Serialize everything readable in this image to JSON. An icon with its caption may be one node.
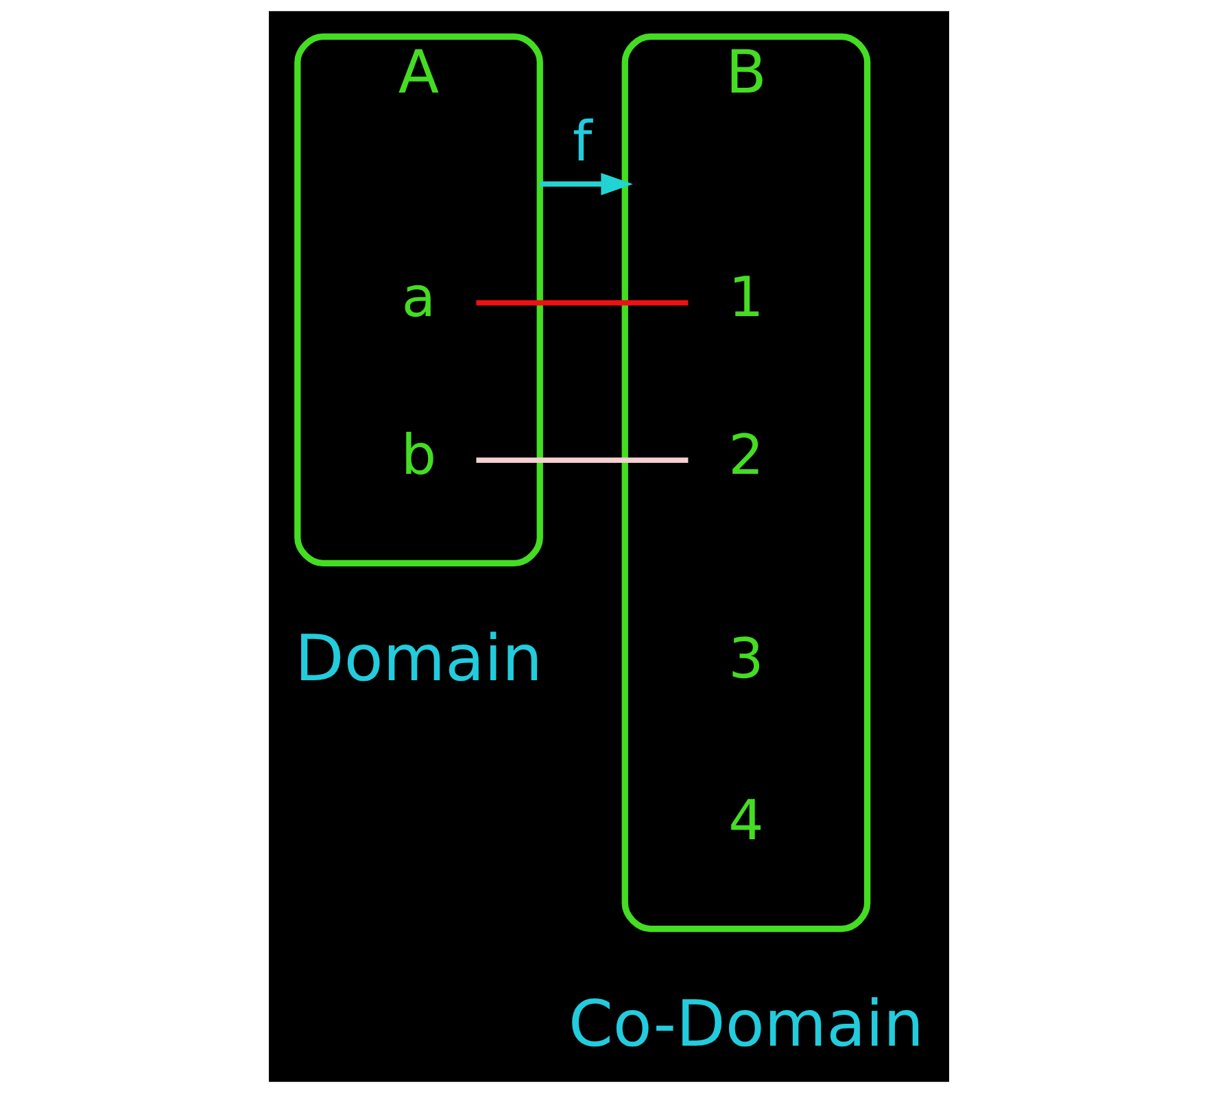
{
  "diagram": {
    "nodes": [
      {
        "text": [
          "A"
        ],
        "beside": [
          "Domain"
        ]
      },
      {
        "text": [
          "a"
        ],
        "in": 0
      },
      {
        "text": [
          "b"
        ],
        "in": 0
      },
      {
        "text": [
          "B"
        ],
        "beside": [
          "Co-Domain"
        ]
      },
      {
        "text": [
          "1"
        ],
        "in": 3
      },
      {
        "text": [
          "2"
        ],
        "in": 3
      },
      {
        "text": [
          "3"
        ],
        "in": 3
      },
      {
        "text": [
          "4"
        ],
        "in": 3
      }
    ],
    "edges": [
      {
        "from": 0,
        "to": 3,
        "arrow": "to",
        "label": "f",
        "color": "#22d3d3"
      },
      {
        "from": 1,
        "to": 4,
        "arrow": "none",
        "color": "#ee1111"
      },
      {
        "from": 2,
        "to": 5,
        "arrow": "none",
        "color": "#f5d0d0"
      }
    ]
  }
}
